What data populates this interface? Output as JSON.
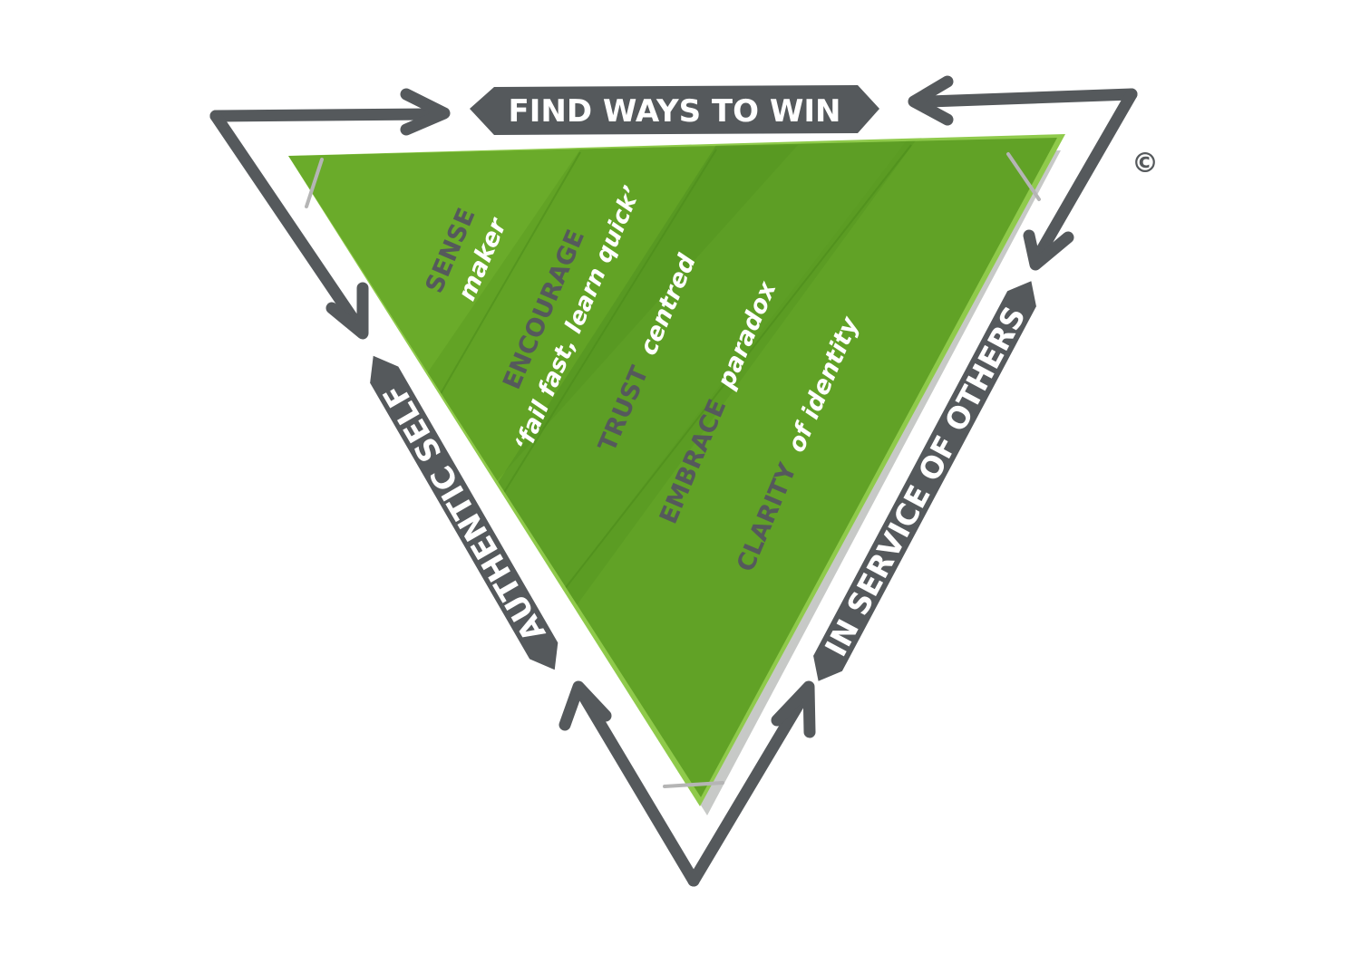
{
  "colors": {
    "green": "#6aab2a",
    "green_dark": "#4e8e1e",
    "frame": "#55595c",
    "white": "#ffffff"
  },
  "banners": {
    "top": "FIND WAYS TO WIN",
    "left": "AUTHENTIC SELF",
    "right": "IN SERVICE OF OTHERS"
  },
  "stripes": [
    {
      "keyword": "SENSE",
      "detail": "maker"
    },
    {
      "keyword": "ENCOURAGE",
      "detail": "‘fail fast, learn quick’"
    },
    {
      "keyword": "TRUST",
      "detail": "centred"
    },
    {
      "keyword": "EMBRACE",
      "detail": "paradox"
    },
    {
      "keyword": "CLARITY",
      "detail": "of identity"
    }
  ],
  "copyright_symbol": "©"
}
